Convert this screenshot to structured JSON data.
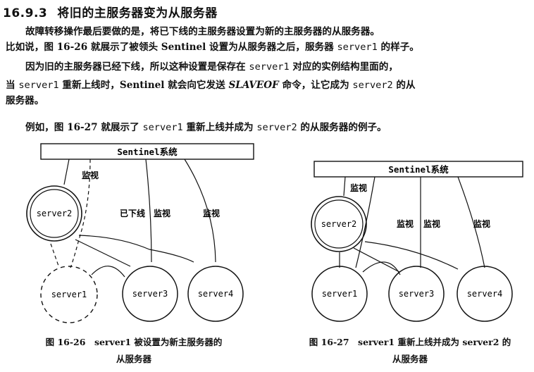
{
  "section": {
    "number": "16.9.3",
    "title": "将旧的主服务器变为从服务器"
  },
  "paragraphs": {
    "p1": {
      "text": "故障转移操作最后要做的是，将已下线的主服务器设置为新的主服务器的从服务器。"
    },
    "p2": {
      "pre": "比如说，图 16-26 就展示了被领头 Sentinel 设置为从服务器之后，服务器 ",
      "code": "server1",
      "post": " 的样子。"
    },
    "p3": {
      "pre": "因为旧的主服务器已经下线，所以这种设置是保存在 ",
      "code": "server1",
      "post": " 对应的实例结构里面的，"
    },
    "p4": {
      "pre": "当 ",
      "code1": "server1",
      "mid1": " 重新上线时，Sentinel 就会向它发送 ",
      "cmd": "SLAVEOF",
      "mid2": " 命令，让它成为 ",
      "code2": "server2",
      "post": " 的从"
    },
    "p5": {
      "text": "服务器。"
    },
    "p6": {
      "pre": "例如，图 16-27 就展示了 ",
      "code1": "server1",
      "mid": " 重新上线并成为 ",
      "code2": "server2",
      "post": " 的从服务器的例子。"
    }
  },
  "figure_left": {
    "sentinel": "Sentinel系统",
    "labels": {
      "monitor_a": "监视",
      "offline": "已下线",
      "monitor_b": "监视",
      "monitor_c": "监视"
    },
    "servers": {
      "s2": "server2",
      "s1": "server1",
      "s3": "server3",
      "s4": "server4"
    },
    "caption_line1": "图 16-26　server1 被设置为新主服务器的",
    "caption_line2": "从服务器"
  },
  "figure_right": {
    "sentinel": "Sentinel系统",
    "labels": {
      "monitor_a": "监视",
      "monitor_b": "监视",
      "monitor_c": "监视",
      "monitor_d": "监视"
    },
    "servers": {
      "s2": "server2",
      "s1": "server1",
      "s3": "server3",
      "s4": "server4"
    },
    "caption_line1": "图 16-27　server1 重新上线并成为 server2 的",
    "caption_line2": "从服务器"
  }
}
